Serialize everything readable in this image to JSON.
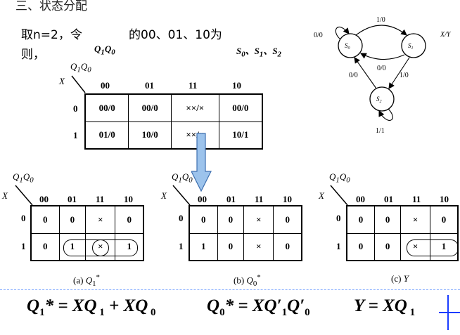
{
  "heading": "三、状态分配",
  "intro_line1_a": "取n=2，令",
  "intro_line1_b": "的00、01、10为",
  "intro_line2_a": "则，",
  "intro_q": "Q1Q0",
  "intro_s": "S0、S1、S2",
  "state_diagram": {
    "legend": "X/Y",
    "states": [
      "S0",
      "S1",
      "S2"
    ],
    "edges": [
      {
        "from": "S0",
        "to": "S0",
        "label": "0/0"
      },
      {
        "from": "S0",
        "to": "S1",
        "label": "1/0"
      },
      {
        "from": "S1",
        "to": "S0",
        "label": "0/0"
      },
      {
        "from": "S1",
        "to": "S2",
        "label": "1/0"
      },
      {
        "from": "S2",
        "to": "S0",
        "label": "0/0"
      },
      {
        "from": "S2",
        "to": "S2",
        "label": "1/1"
      }
    ]
  },
  "big_map": {
    "row_var": "X",
    "col_var": "Q1Q0",
    "cols": [
      "00",
      "01",
      "11",
      "10"
    ],
    "rows": [
      "0",
      "1"
    ],
    "cells": [
      [
        "00/0",
        "00/0",
        "××/×",
        "00/0"
      ],
      [
        "01/0",
        "10/0",
        "××/×",
        "10/1"
      ]
    ]
  },
  "maps": [
    {
      "caption": "(a) Q1*",
      "cols": [
        "00",
        "01",
        "11",
        "10"
      ],
      "rows": [
        "0",
        "1"
      ],
      "cells": [
        [
          "0",
          "0",
          "×",
          "0"
        ],
        [
          "0",
          "1",
          "×",
          "1"
        ]
      ]
    },
    {
      "caption": "(b) Q0*",
      "cols": [
        "00",
        "01",
        "11",
        "10"
      ],
      "rows": [
        "0",
        "1"
      ],
      "cells": [
        [
          "0",
          "0",
          "×",
          "0"
        ],
        [
          "1",
          "0",
          "×",
          "0"
        ]
      ]
    },
    {
      "caption": "(c) Y",
      "cols": [
        "00",
        "01",
        "11",
        "10"
      ],
      "rows": [
        "0",
        "1"
      ],
      "cells": [
        [
          "0",
          "0",
          "×",
          "0"
        ],
        [
          "0",
          "0",
          "×",
          "1"
        ]
      ]
    }
  ],
  "formulas": {
    "q1": "Q1* = XQ1 + XQ0",
    "q0": "Q0* = XQ′1Q′0",
    "y": "Y = XQ1"
  },
  "colors": {
    "arrow_fill": "#9cc3ec",
    "arrow_stroke": "#3d6fb0",
    "rule_blue": "#1a3cff"
  }
}
